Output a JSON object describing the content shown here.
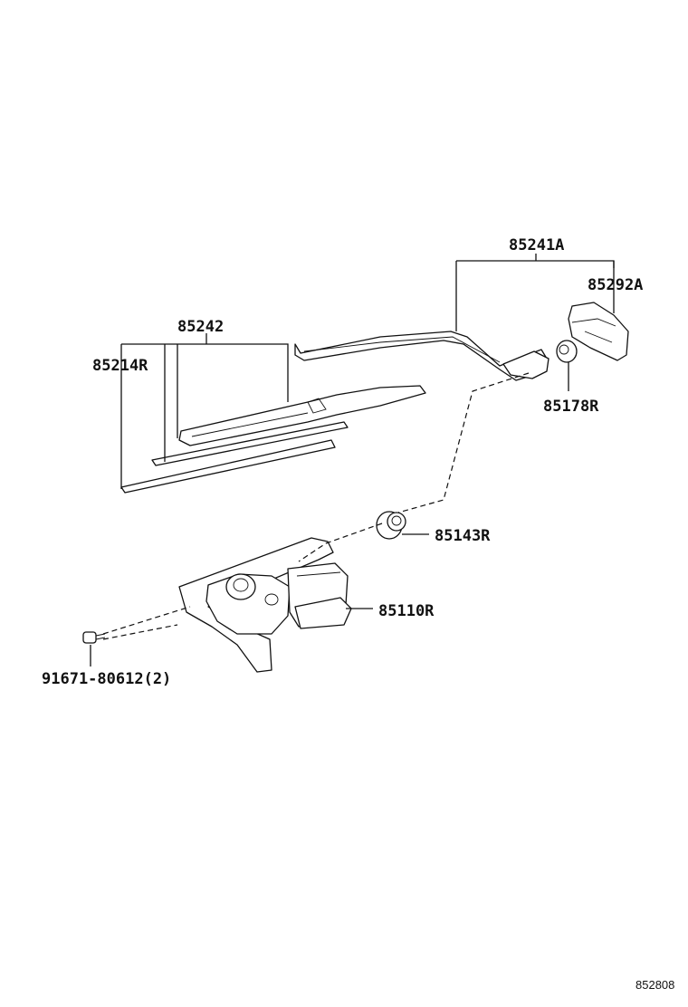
{
  "parts": {
    "arm": "85241A",
    "cap": "85292A",
    "nut": "85178R",
    "blade": "85242",
    "rubber": "85214R",
    "pivot": "85143R",
    "motor": "85110R",
    "bolt": "91671-80612(2)"
  },
  "reference_code": "852808"
}
